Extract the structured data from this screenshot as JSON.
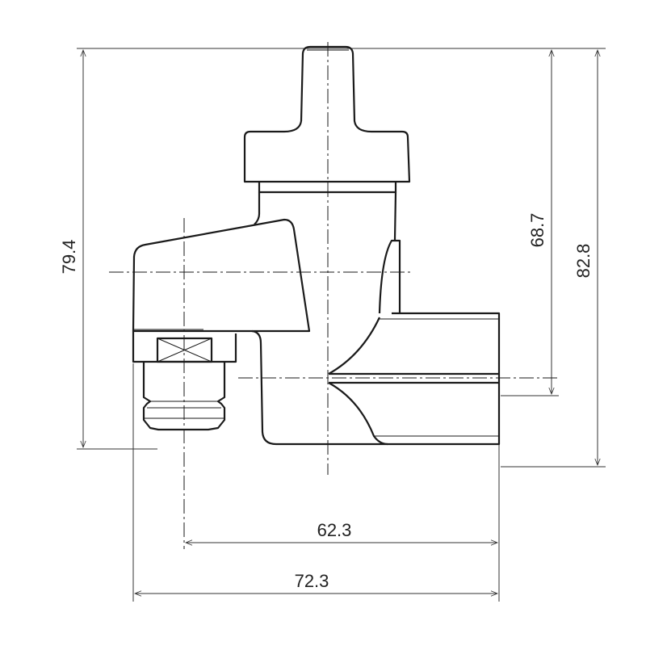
{
  "drawing": {
    "dimensions": {
      "height_left": "79.4",
      "height_inner_right": "68.7",
      "height_outer_right": "82.8",
      "width_inner": "62.3",
      "width_outer": "72.3"
    }
  }
}
